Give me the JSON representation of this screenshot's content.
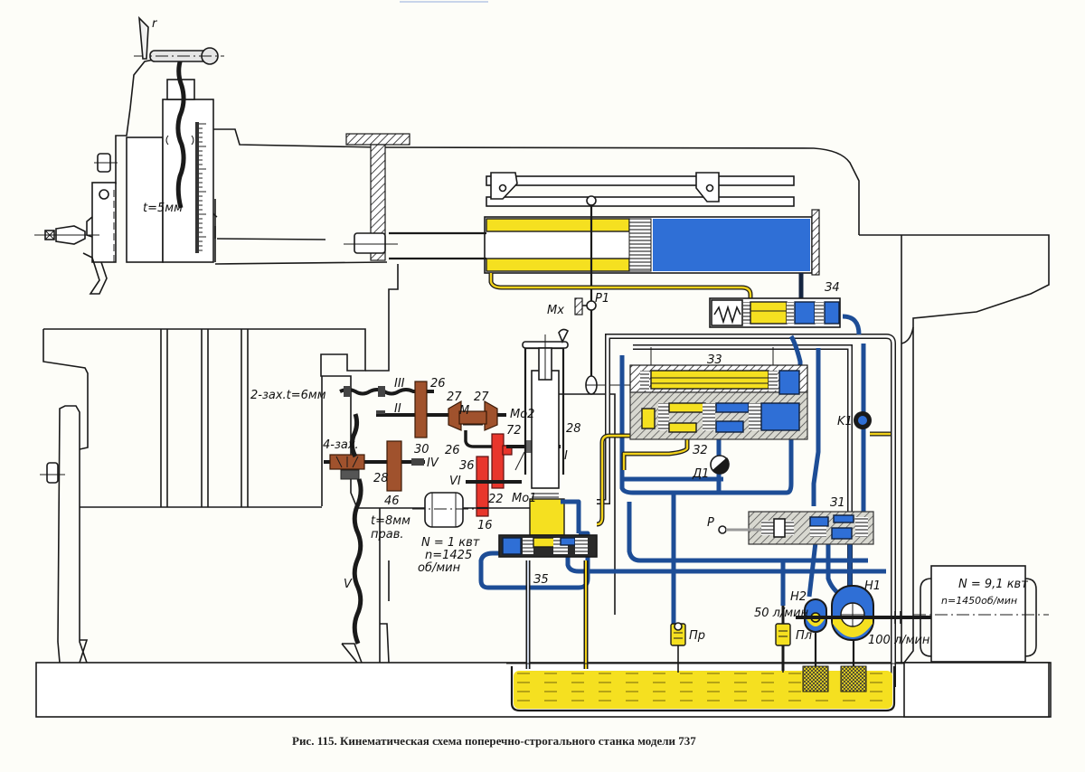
{
  "figure": {
    "caption": "Рис. 115. Кинематическая схема поперечно-строгального станка модели 737",
    "colors": {
      "pressure_oil": "#2f6fd6",
      "drain_oil": "#f5e020",
      "gear_train_main": "#a0522d",
      "gear_train_feed": "#e8362c",
      "outline": "#1a1a1a",
      "paper": "#fdfdf8"
    }
  },
  "labels": {
    "handle_r": "r",
    "vertical_screw_pitch": "t=5мм",
    "shaft_III": "III",
    "shaft_II": "II",
    "shaft_IV": "IV",
    "shaft_VI": "VI",
    "shaft_I": "I",
    "shaft_V": "V",
    "screw_2start": "2-зах.t=6мм",
    "screw_4start": "4-зах.",
    "screw_8mm_a": "t=8мм",
    "screw_8mm_b": "прав.",
    "gear_26_top": "26",
    "gear_27_left": "27",
    "gear_27_right": "27",
    "clutch_M": "M",
    "gear_30": "30",
    "gear_26_bottom": "26",
    "gear_46": "46",
    "gear_28_small": "28",
    "gear_36": "36",
    "gear_22": "22",
    "gear_16": "16",
    "gear_72": "72",
    "gear_28_vertical": "28",
    "clutch_Mo2": "Mo2",
    "clutch_Mo1": "Mo1",
    "feed_motor_power": "N = 1 квт",
    "feed_motor_speed": "n=1425",
    "feed_motor_unit": "об/мин",
    "limiter_Mx": "Mx",
    "lever_P1": "P1",
    "valve_Z3": "З3",
    "valve_Z4": "З4",
    "valve_Z2": "З2",
    "valve_Z1": "З1",
    "valve_Z5": "З5",
    "throttle_D1": "Д1",
    "check_valve_K1": "K1",
    "handle_P": "P",
    "pump_H1": "H1",
    "pump_H2": "H2",
    "pump_H2_flow": "50 л/мин",
    "pump_H1_flow": "100 л/мин",
    "relief_valve_Pr": "Пр",
    "safety_valve_Pl": "Пл",
    "main_motor_power": "N = 9,1 квт",
    "main_motor_speed": "n=1450об/мин"
  }
}
